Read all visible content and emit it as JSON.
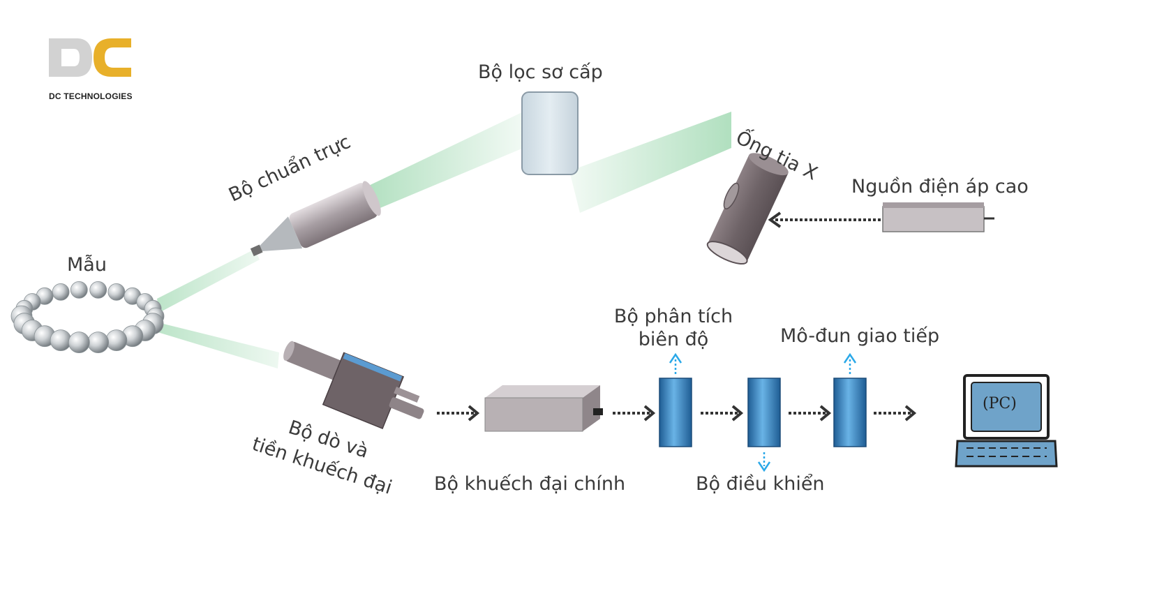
{
  "logo": {
    "text": "DC TECHNOLOGIES",
    "letters": "DC",
    "colors": {
      "d": "#d2d2d2",
      "c": "#e8b02a"
    }
  },
  "labels": {
    "sample": "Mẫu",
    "collimator": "Bộ chuẩn trực",
    "primary_filter": "Bộ lọc sơ cấp",
    "xray_tube": "Ống tia X",
    "hv_source": "Nguồn điện áp cao",
    "detector_line1": "Bộ dò và",
    "detector_line2": "tiền khuếch đại",
    "main_amplifier": "Bộ khuếch đại chính",
    "analyzer_line1": "Bộ phân tích",
    "analyzer_line2": "biên độ",
    "controller": "Bộ điều khiển",
    "interface": "Mô-đun giao tiếp",
    "pc": "(PC)"
  },
  "colors": {
    "beam": "#b9e3c6",
    "module_blue": "#3d86c4",
    "arrow_dark": "#333333",
    "arrow_blue": "#2aa8e8",
    "screen": "#6fa3c9",
    "box_gray": "#b8b1b4"
  }
}
